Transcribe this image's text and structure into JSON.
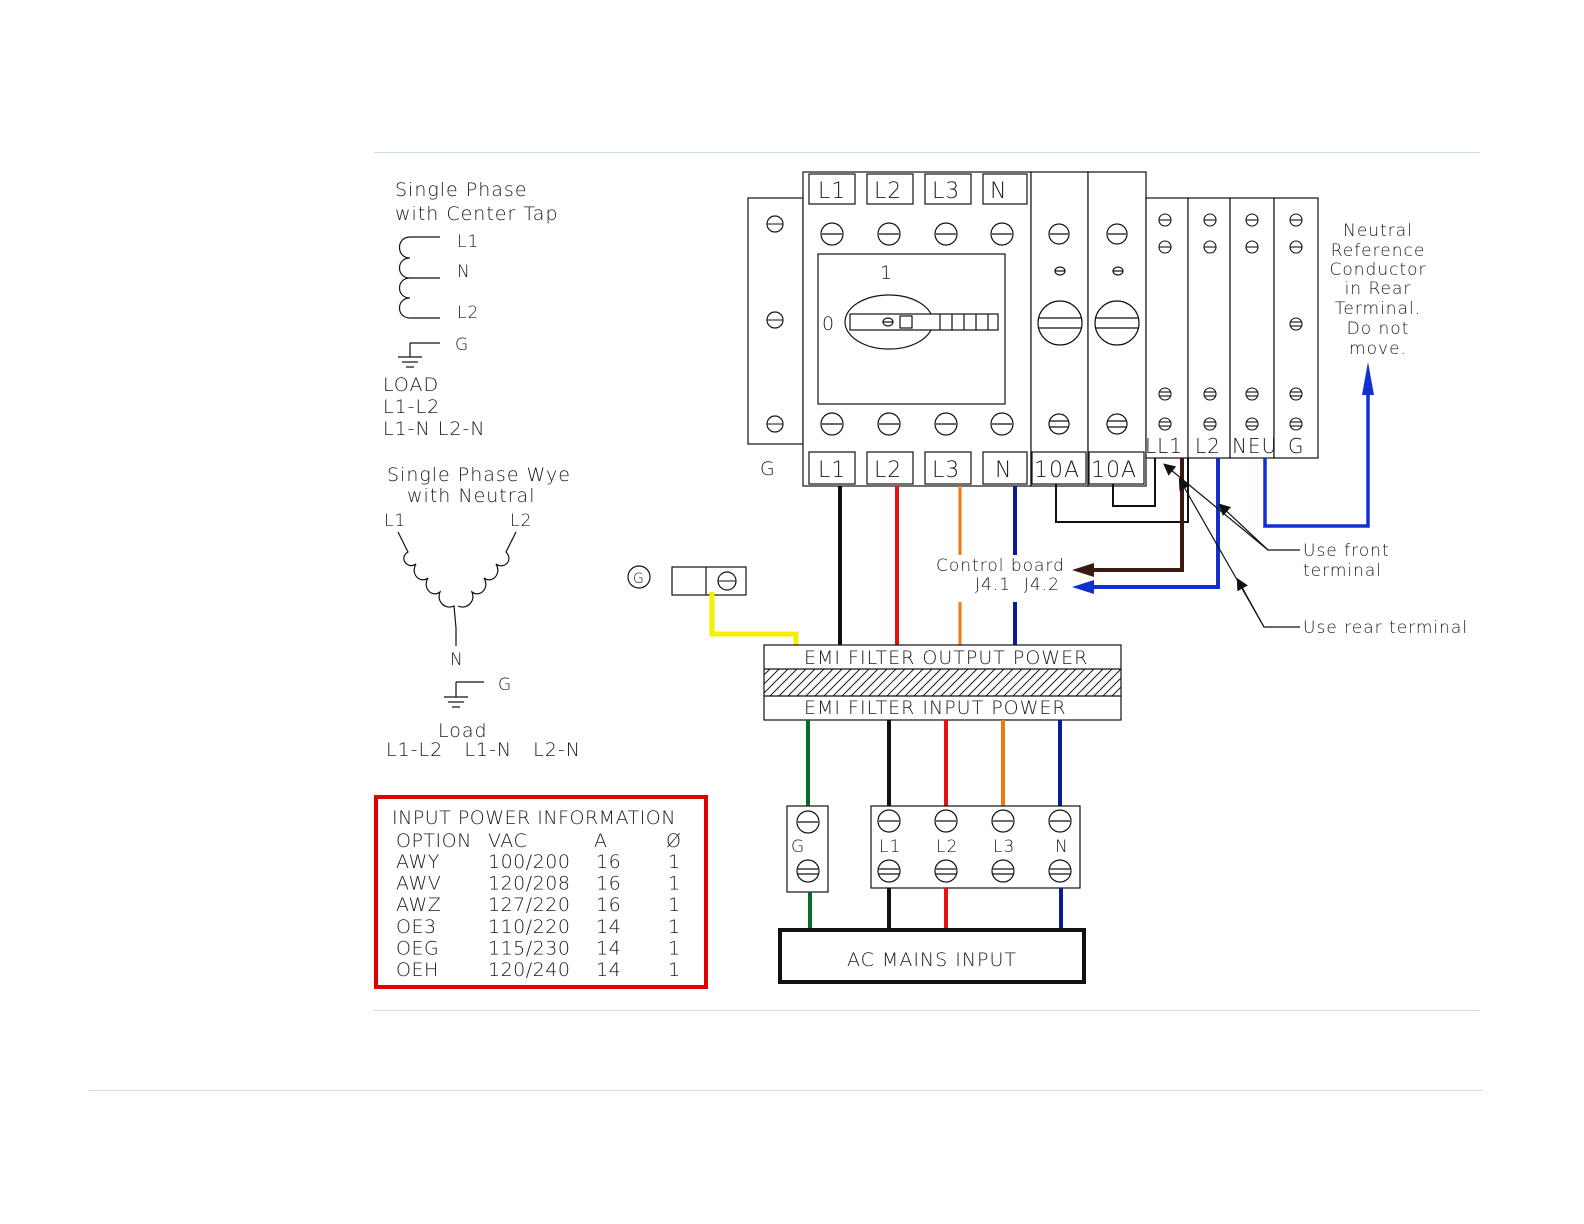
{
  "colors": {
    "black_wire": "#111111",
    "red_wire": "#e81010",
    "orange_wire": "#f07a10",
    "blue_wire": "#0a1a9a",
    "green_wire": "#0a6a2a",
    "yellow_wire": "#f5f000",
    "brown_wire": "#3a1a10",
    "bright_blue_wire": "#1030d0",
    "table_border": "#e00000",
    "rule_line": "#c9dcea"
  },
  "left_legend": {
    "center_tap": {
      "title_1": "Single Phase",
      "title_2": "with Center Tap",
      "l1": "L1",
      "n": "N",
      "l2": "L2",
      "g": "G",
      "load_title": "LOAD",
      "load_1": "L1-L2",
      "load_2": "L1-N L2-N"
    },
    "wye": {
      "title_1": "Single Phase Wye",
      "title_2": "with Neutral",
      "l1": "L1",
      "l2": "L2",
      "n": "N",
      "g": "G",
      "load_title": "Load",
      "load_1": "L1-L2   L1-N   L2-N"
    }
  },
  "breaker": {
    "top_labels": [
      "L1",
      "L2",
      "L3",
      "N"
    ],
    "bottom_labels": [
      "L1",
      "L2",
      "L3",
      "N"
    ],
    "position_1": "1",
    "position_0": "0",
    "ground_label": "G",
    "fuse_labels": [
      "10A",
      "10A"
    ]
  },
  "terminal_block": {
    "labels": [
      "LL1",
      "L2",
      "NEU",
      "G"
    ]
  },
  "annotations": {
    "neutral_note": [
      "Neutral",
      "Reference",
      "Conductor",
      "in Rear",
      "Terminal.",
      "Do not",
      "move."
    ],
    "use_front_1": "Use front",
    "use_front_2": "terminal",
    "use_rear": "Use rear terminal",
    "control_board_1": "Control board",
    "control_board_2": "J4.1  J4.2",
    "ground_marker": "G"
  },
  "emi_filter": {
    "output_label": "EMI FILTER OUTPUT POWER",
    "input_label": "EMI FILTER INPUT POWER"
  },
  "input_terminals": {
    "ground": "G",
    "labels": [
      "L1",
      "L2",
      "L3",
      "N"
    ]
  },
  "ac_mains": {
    "label": "AC MAINS INPUT"
  },
  "power_table": {
    "title": "INPUT POWER INFORMATION",
    "headers": [
      "OPTION",
      "VAC",
      "A",
      "Ø"
    ],
    "rows": [
      [
        "AWY",
        "100/200",
        "16",
        "1"
      ],
      [
        "AWV",
        "120/208",
        "16",
        "1"
      ],
      [
        "AWZ",
        "127/220",
        "16",
        "1"
      ],
      [
        "OE3",
        "110/220",
        "14",
        "1"
      ],
      [
        "OEG",
        "115/230",
        "14",
        "1"
      ],
      [
        "OEH",
        "120/240",
        "14",
        "1"
      ]
    ]
  }
}
